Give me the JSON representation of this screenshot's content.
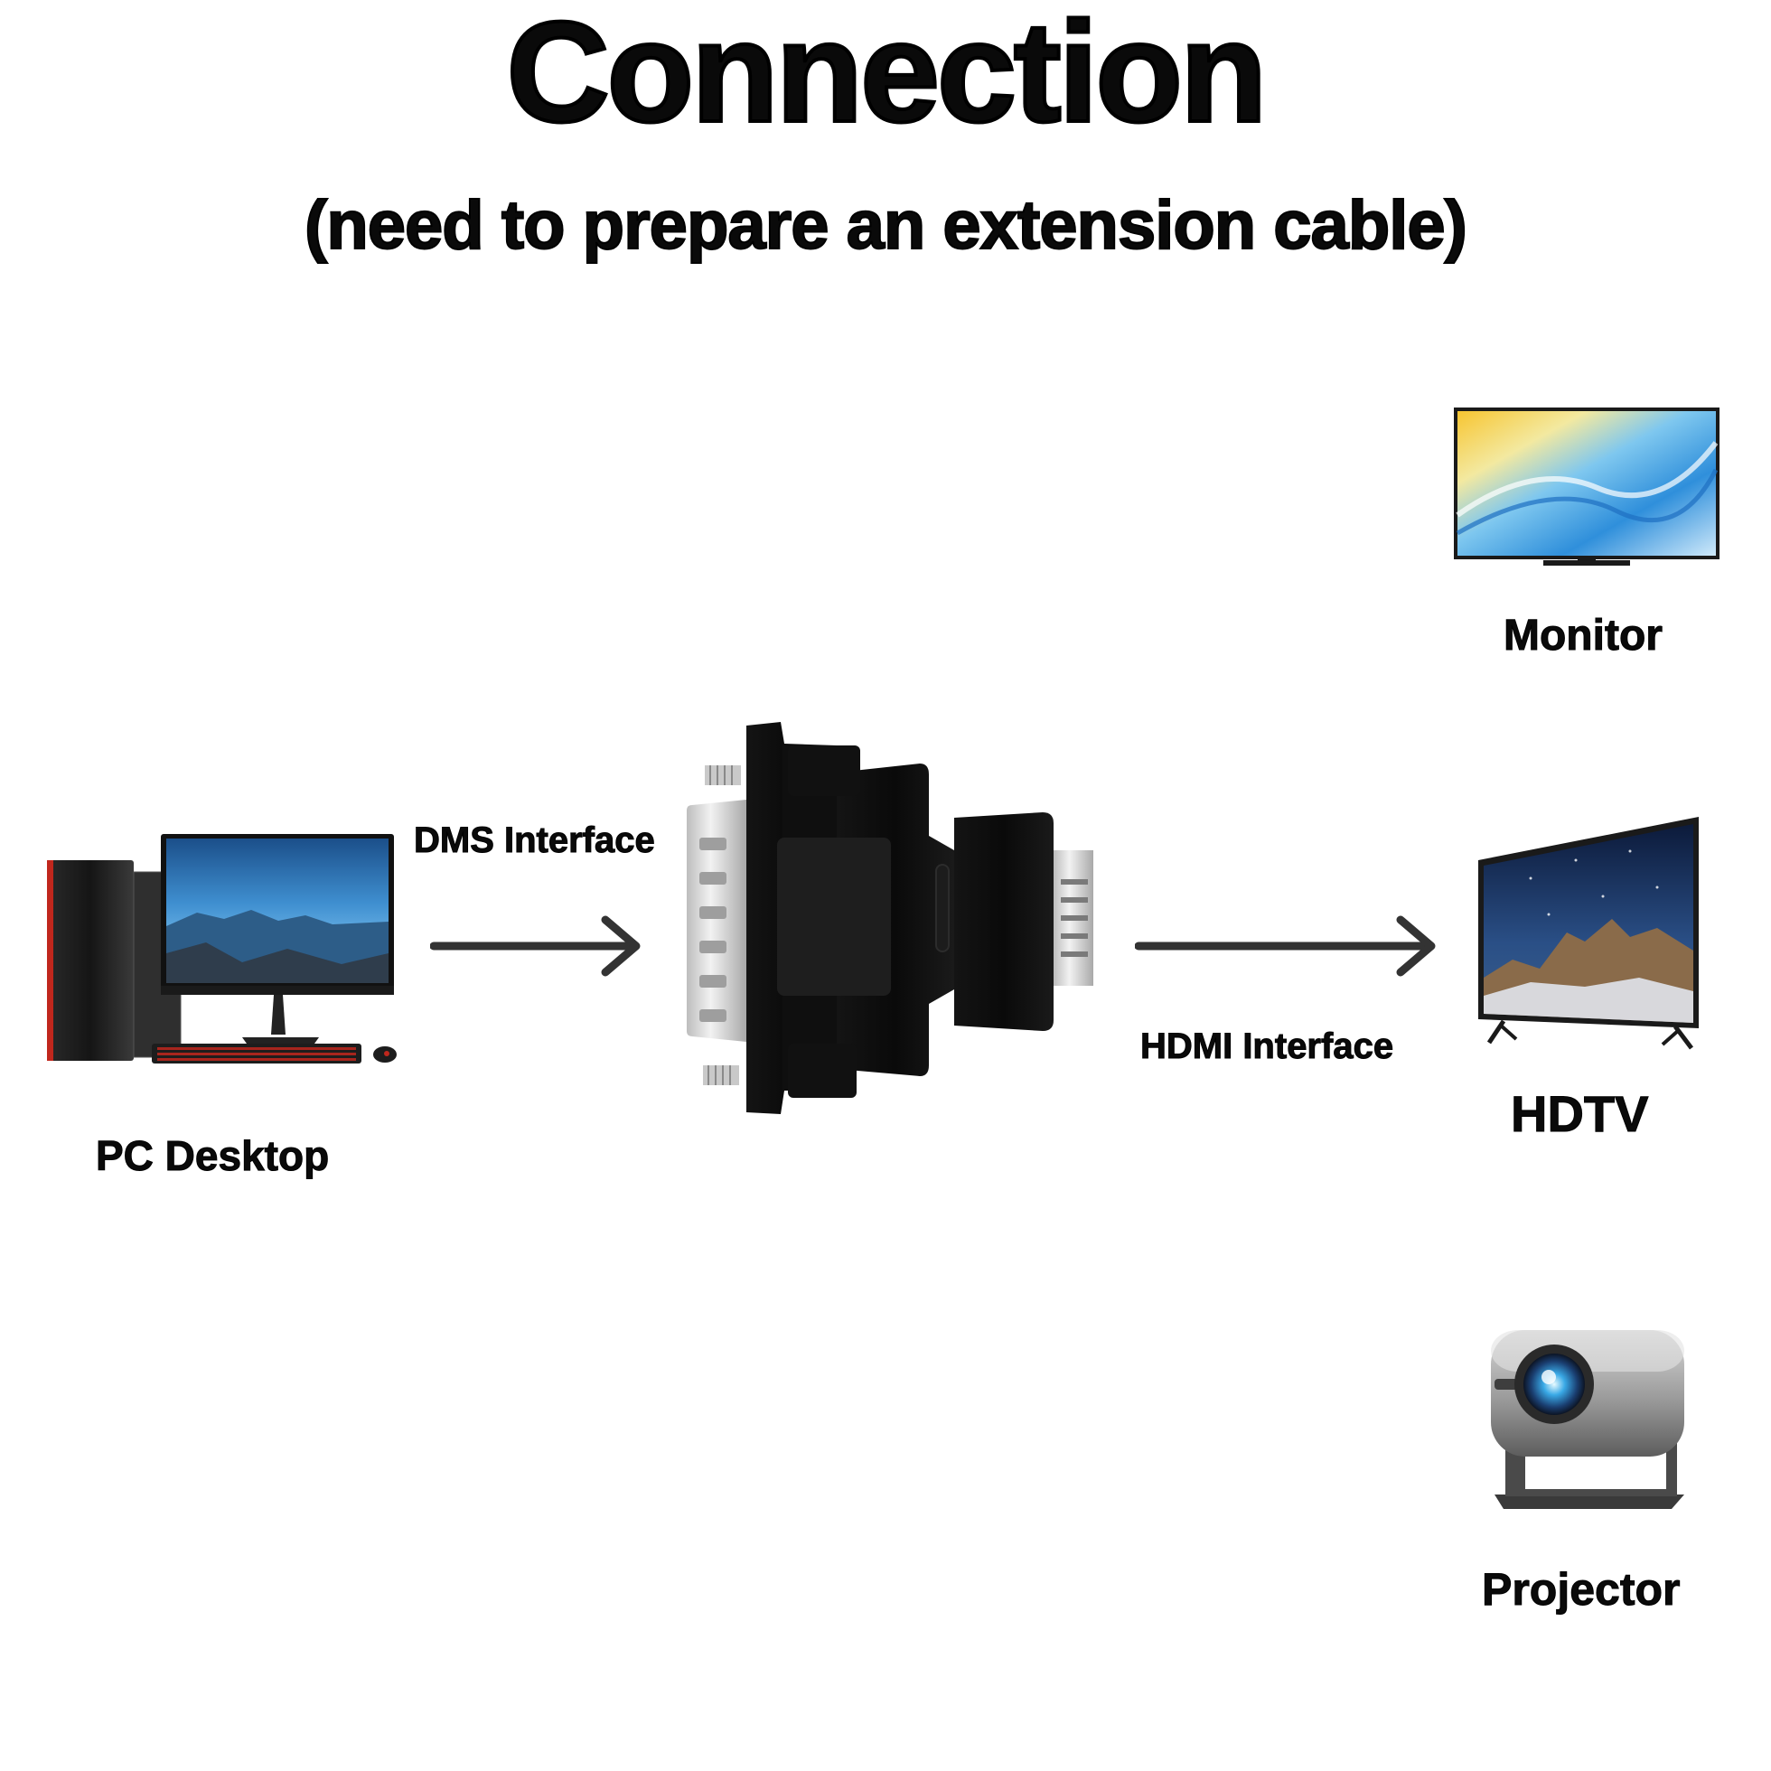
{
  "header": {
    "title": "Connection",
    "subtitle": "(need to prepare an extension cable)"
  },
  "source": {
    "label": "PC Desktop",
    "icon": "pc-desktop-icon"
  },
  "adapter": {
    "icon": "dvi-to-hdmi-adapter-icon",
    "input_label": "DMS Interface",
    "output_label": "HDMI Interface"
  },
  "targets": [
    {
      "label": "Monitor",
      "icon": "monitor-icon"
    },
    {
      "label": "HDTV",
      "icon": "hdtv-icon"
    },
    {
      "label": "Projector",
      "icon": "projector-icon"
    }
  ],
  "colors": {
    "arrow": "#333333",
    "adapter_body": "#0d0d0d",
    "connector_metal": "#d9d9d9",
    "pc_accent": "#c0271d"
  }
}
